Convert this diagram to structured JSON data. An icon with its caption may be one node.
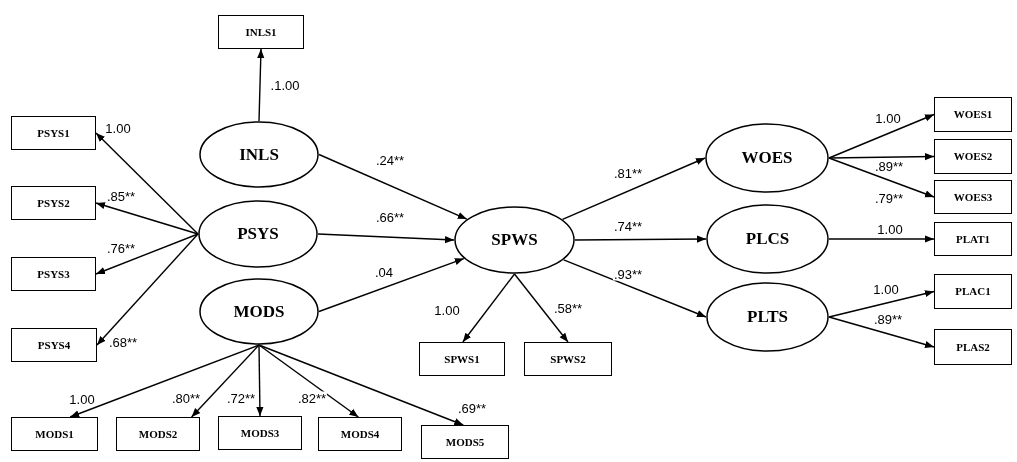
{
  "diagram": {
    "nodes": [
      {
        "text": [
          "INLS1"
        ]
      },
      {
        "text": [
          "PSYS1"
        ]
      },
      {
        "text": [
          "PSYS2"
        ]
      },
      {
        "text": [
          "PSYS3"
        ]
      },
      {
        "text": [
          "PSYS4"
        ]
      },
      {
        "text": [
          "INLS"
        ]
      },
      {
        "text": [
          "PSYS"
        ]
      },
      {
        "text": [
          "MODS"
        ]
      },
      {
        "text": [
          "MODS1"
        ]
      },
      {
        "text": [
          "MODS2"
        ]
      },
      {
        "text": [
          "MODS3"
        ]
      },
      {
        "text": [
          "MODS4"
        ]
      },
      {
        "text": [
          "MODS5"
        ]
      },
      {
        "text": [
          "SPWS"
        ]
      },
      {
        "text": [
          "SPWS1"
        ]
      },
      {
        "text": [
          "SPWS2"
        ]
      },
      {
        "text": [
          "WOES"
        ]
      },
      {
        "text": [
          "PLCS"
        ]
      },
      {
        "text": [
          "PLTS"
        ]
      },
      {
        "text": [
          "WOES1"
        ]
      },
      {
        "text": [
          "WOES2"
        ]
      },
      {
        "text": [
          "WOES3"
        ]
      },
      {
        "text": [
          "PLAT1"
        ]
      },
      {
        "text": [
          "PLAC1"
        ]
      },
      {
        "text": [
          "PLAS2"
        ]
      }
    ],
    "edges": [
      {
        "from": 5,
        "to": 0,
        "arrow": "to",
        "label": ".1.00"
      },
      {
        "from": 6,
        "to": 1,
        "arrow": "to",
        "label": "1.00"
      },
      {
        "from": 6,
        "to": 2,
        "arrow": "to",
        "label": ".85**"
      },
      {
        "from": 6,
        "to": 3,
        "arrow": "to",
        "label": ".76**"
      },
      {
        "from": 6,
        "to": 4,
        "arrow": "to",
        "label": ".68**"
      },
      {
        "from": 7,
        "to": 8,
        "arrow": "to",
        "label": "1.00"
      },
      {
        "from": 7,
        "to": 9,
        "arrow": "to",
        "label": ".80**"
      },
      {
        "from": 7,
        "to": 10,
        "arrow": "to",
        "label": ".72**"
      },
      {
        "from": 7,
        "to": 11,
        "arrow": "to",
        "label": ".82**"
      },
      {
        "from": 7,
        "to": 12,
        "arrow": "to",
        "label": ".69**"
      },
      {
        "from": 5,
        "to": 13,
        "arrow": "to",
        "label": ".24**"
      },
      {
        "from": 6,
        "to": 13,
        "arrow": "to",
        "label": ".66**"
      },
      {
        "from": 7,
        "to": 13,
        "arrow": "to",
        "label": ".04"
      },
      {
        "from": 13,
        "to": 14,
        "arrow": "to",
        "label": "1.00"
      },
      {
        "from": 13,
        "to": 15,
        "arrow": "to",
        "label": ".58**"
      },
      {
        "from": 13,
        "to": 16,
        "arrow": "to",
        "label": ".81**"
      },
      {
        "from": 13,
        "to": 17,
        "arrow": "to",
        "label": ".74**"
      },
      {
        "from": 13,
        "to": 18,
        "arrow": "to",
        "label": ".93**"
      },
      {
        "from": 16,
        "to": 19,
        "arrow": "to",
        "label": "1.00"
      },
      {
        "from": 16,
        "to": 20,
        "arrow": "to",
        "label": ".89**"
      },
      {
        "from": 16,
        "to": 21,
        "arrow": "to",
        "label": ".79**"
      },
      {
        "from": 17,
        "to": 22,
        "arrow": "to",
        "label": "1.00"
      },
      {
        "from": 18,
        "to": 23,
        "arrow": "to",
        "label": "1.00"
      },
      {
        "from": 18,
        "to": 24,
        "arrow": "to",
        "label": ".89**"
      }
    ]
  }
}
